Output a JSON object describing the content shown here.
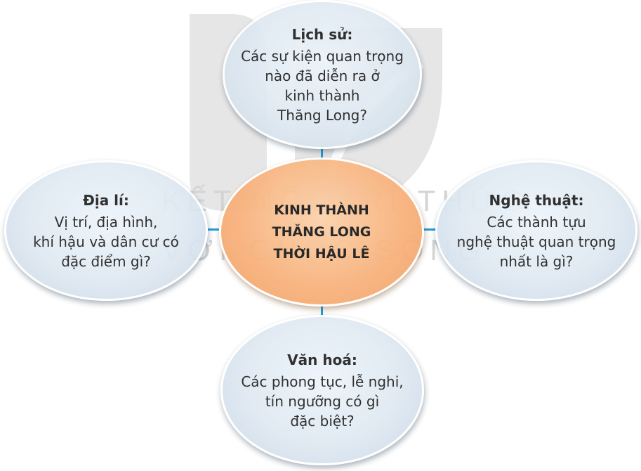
{
  "watermark": {
    "line1": "KẾT NỐI TRI THỨC",
    "line2": "VỚI CUỘC SỐNG"
  },
  "center": {
    "lines": [
      "KINH THÀNH",
      "THĂNG LONG",
      "THỜI HẬU LÊ"
    ]
  },
  "history": {
    "title": "Lịch sử:",
    "lines": [
      "Các sự kiện quan trọng",
      "nào đã diễn ra ở",
      "kinh thành",
      "Thăng Long?"
    ]
  },
  "geography": {
    "title": "Địa lí:",
    "lines": [
      "Vị trí, địa hình,",
      "khí hậu và dân cư có",
      "đặc điểm gì?"
    ]
  },
  "art": {
    "title": "Nghệ thuật:",
    "lines": [
      "Các thành tựu",
      "nghệ thuật quan trọng",
      "nhất là gì?"
    ]
  },
  "culture": {
    "title": "Văn hoá:",
    "lines": [
      "Các phong tục, lễ nghi,",
      "tín ngưỡng có gì",
      "đặc biệt?"
    ]
  },
  "colors": {
    "connector": "#1f9ad6",
    "center_fill": "#f8b47f",
    "side_fill": "#dfe9f2",
    "watermark": "#d4d4d4"
  }
}
